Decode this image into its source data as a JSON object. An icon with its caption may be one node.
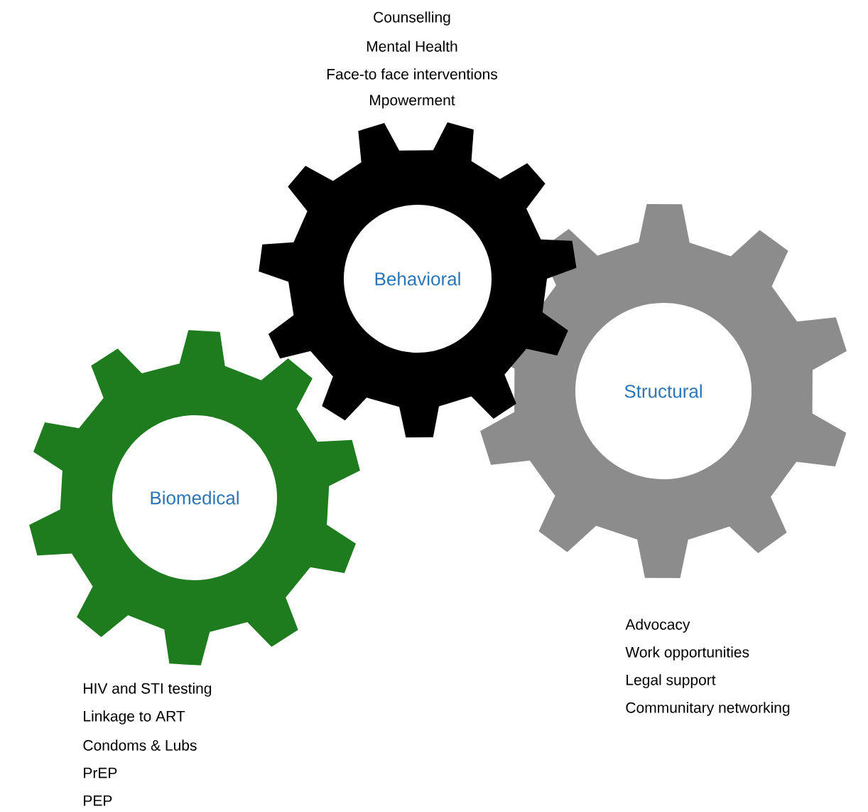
{
  "diagram": {
    "nodes": [
      {
        "text": [
          "Biomedical"
        ],
        "beside": [
          "HIV and STI testing",
          "Linkage to ART",
          "Condoms & Lubs",
          "PrEP",
          "PEP"
        ]
      },
      {
        "text": [
          "Behavioral"
        ],
        "beside": [
          "Counselling",
          "Mental Health",
          "Face-to face interventions",
          "Mpowerment"
        ]
      },
      {
        "text": [
          "Structural"
        ],
        "beside": [
          "Advocacy",
          "Work opportunities",
          "Legal support",
          "Communitary networking"
        ]
      }
    ]
  }
}
